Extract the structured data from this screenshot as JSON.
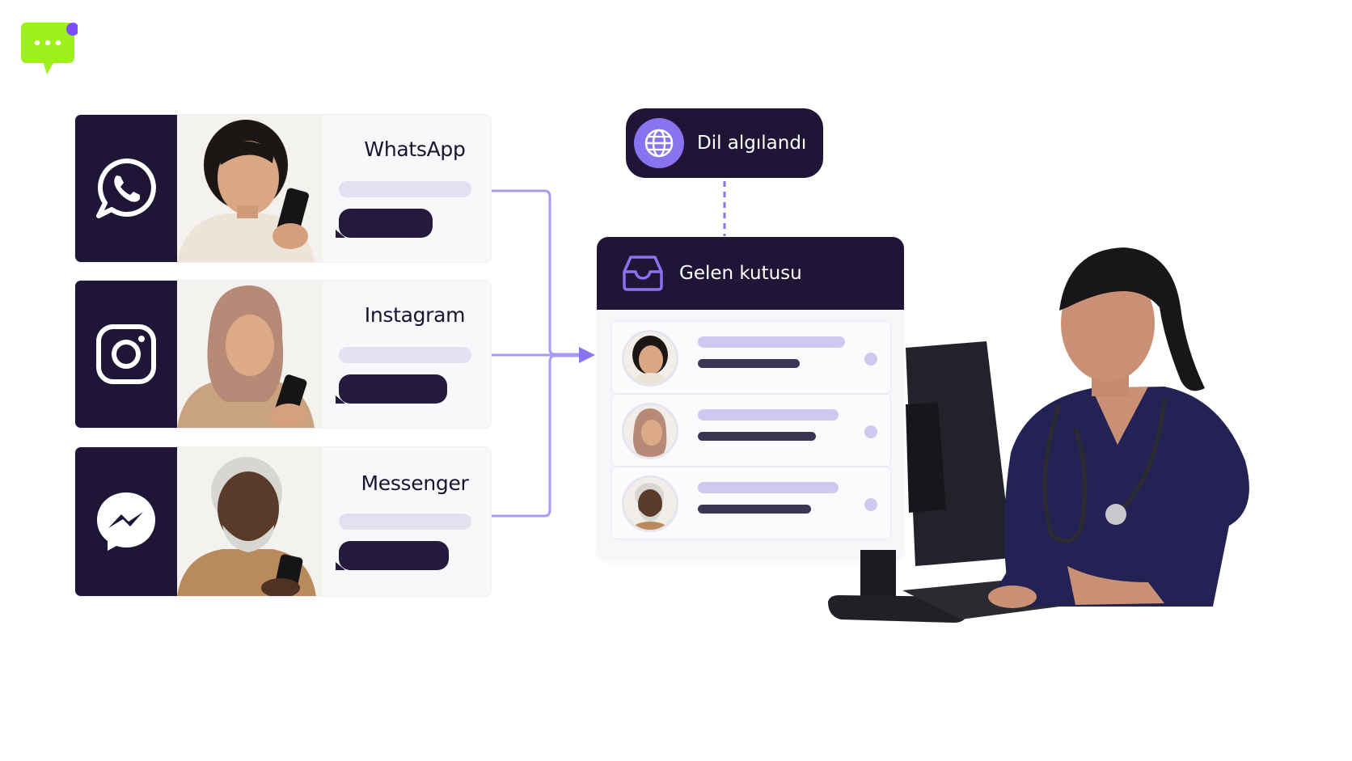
{
  "channels": [
    {
      "name": "WhatsApp",
      "icon": "whatsapp-icon"
    },
    {
      "name": "Instagram",
      "icon": "instagram-icon"
    },
    {
      "name": "Messenger",
      "icon": "messenger-icon"
    }
  ],
  "language_badge": {
    "label": "Dil algılandı",
    "icon": "globe-icon"
  },
  "inbox": {
    "title": "Gelen kutusu",
    "icon": "inbox-tray-icon"
  },
  "colors": {
    "dark": "#1f1637",
    "accent": "#8a73f0",
    "line": "#a99af5",
    "logo": "#9ef01a"
  }
}
